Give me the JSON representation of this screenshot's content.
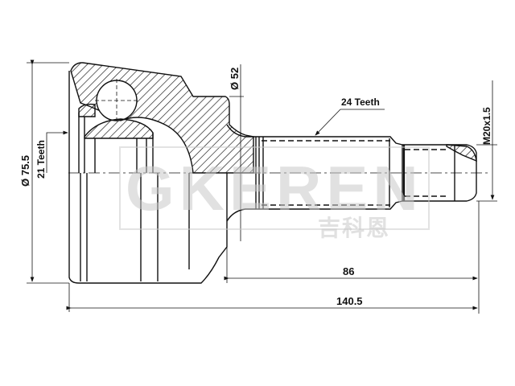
{
  "drawing": {
    "title": "CV joint outer technical drawing",
    "dimensions": {
      "outer_diameter": "Ø 75.5",
      "inner_spline": "21 Teeth",
      "neck_diameter": "Ø 52",
      "shaft_spline": "24 Teeth",
      "thread": "M20x1.5",
      "shaft_length": "86",
      "total_length": "140.5"
    },
    "watermark": {
      "latin": "GKEREN",
      "chinese": "吉科恩"
    },
    "colors": {
      "line": "#111111",
      "watermark": "#c8c8c8",
      "background": "#ffffff"
    }
  }
}
